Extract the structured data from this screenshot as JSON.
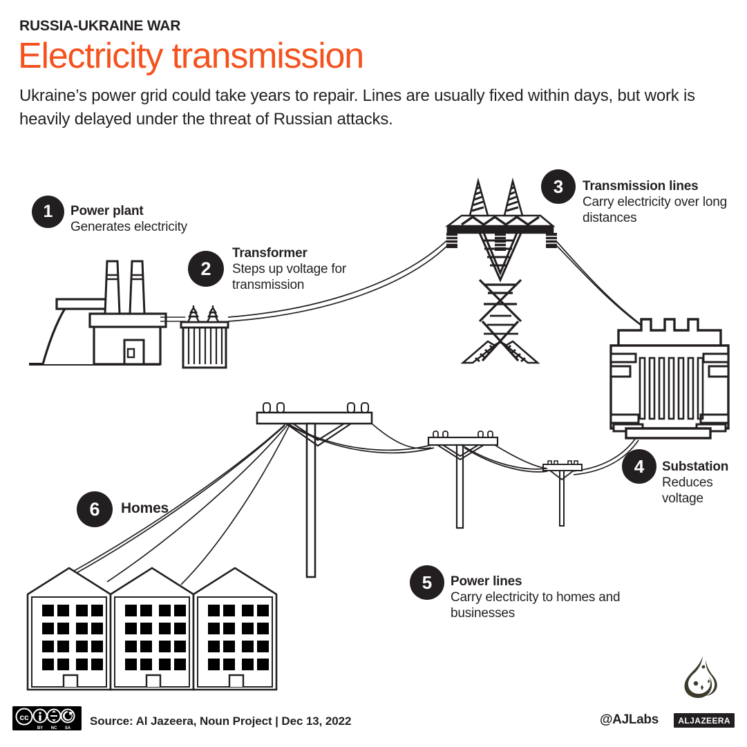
{
  "header": {
    "kicker": "RUSSIA-UKRAINE WAR",
    "headline": "Electricity transmission",
    "standfirst": "Ukraine’s power grid could take years to repair. Lines are usually fixed within days, but work is heavily delayed under the threat of Russian attacks.",
    "accent_color": "#f4521e",
    "text_color": "#231f20"
  },
  "steps": [
    {
      "number": "1",
      "title": "Power plant",
      "desc": "Generates electricity"
    },
    {
      "number": "2",
      "title": "Transformer",
      "desc": "Steps up voltage for transmission"
    },
    {
      "number": "3",
      "title": "Transmission lines",
      "desc": "Carry electricity over long distances"
    },
    {
      "number": "4",
      "title": "Substation",
      "desc": "Reduces voltage"
    },
    {
      "number": "5",
      "title": "Power lines",
      "desc": "Carry electricity to homes and businesses"
    },
    {
      "number": "6",
      "title": "Homes",
      "desc": ""
    }
  ],
  "diagram": {
    "icons": [
      "power-plant-icon",
      "step-up-transformer-icon",
      "transmission-pylon-icon",
      "substation-transformer-icon",
      "utility-pole-icon",
      "apartment-building-icon"
    ],
    "house_count": 3,
    "windows_per_house": 16,
    "utility_pole_count": 3
  },
  "footer": {
    "license_label": "CC BY-NC-SA",
    "license_badges": [
      "cc",
      "BY",
      "NC",
      "SA"
    ],
    "source": "Source: Al Jazeera, Noun Project |  Dec 13, 2022",
    "handle": "@AJLabs",
    "brand": "ALJAZEERA",
    "logo_name": "al-jazeera-logo"
  }
}
